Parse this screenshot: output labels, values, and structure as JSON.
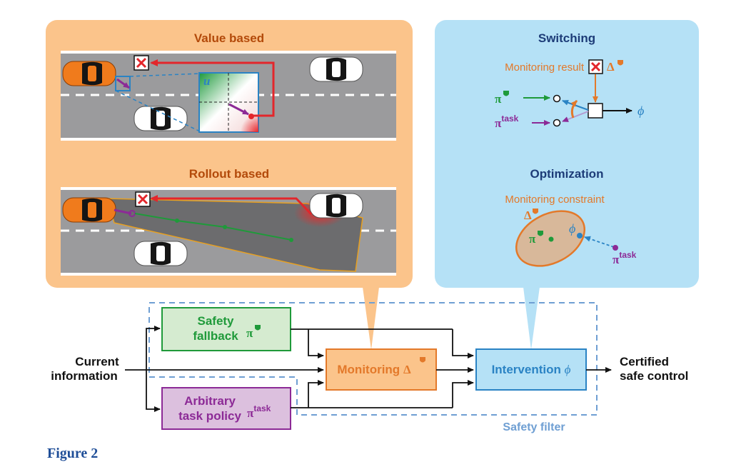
{
  "value_based": {
    "title": "Value based",
    "u_label": "u"
  },
  "rollout_based": {
    "title": "Rollout based"
  },
  "switching": {
    "title": "Switching",
    "monitoring_result": "Monitoring result",
    "delta": "Δ",
    "pi_safe": "π",
    "pi_task": "π",
    "task_sup": "task",
    "phi": "ϕ"
  },
  "optimization": {
    "title": "Optimization",
    "monitoring_constraint": "Monitoring constraint",
    "delta": "Δ",
    "pi_safe": "π",
    "phi": "ϕ",
    "pi_task": "π",
    "task_sup": "task"
  },
  "flow": {
    "current_line1": "Current",
    "current_line2": "information",
    "safety_line1": "Safety",
    "safety_line2": "fallback",
    "safety_pi": "π",
    "task_line1": "Arbitrary",
    "task_line2": "task policy",
    "task_pi": "π",
    "task_sup": "task",
    "monitoring": "Monitoring",
    "monitoring_delta": "Δ",
    "intervention": "Intervention",
    "intervention_phi": "ϕ",
    "certified_line1": "Certified",
    "certified_line2": "safe control",
    "safety_filter": "Safety filter"
  },
  "figure_label": "Figure 2",
  "colors": {
    "orange_panel": "#fbc48b",
    "blue_panel": "#b5e1f6",
    "road": "#9b9b9d",
    "car_orange": "#f07b1c",
    "red": "#e3262b",
    "green": "#1f9a3a",
    "purple": "#8c2a96",
    "blue": "#2a83c4",
    "dashed_blue": "#6f9fd3"
  }
}
